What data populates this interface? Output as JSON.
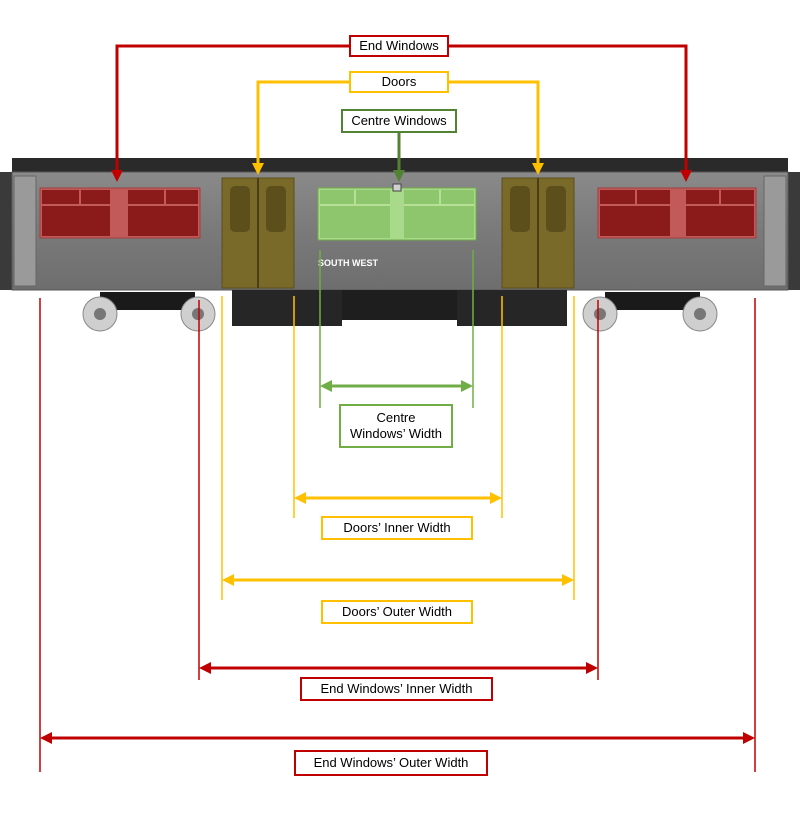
{
  "labels": {
    "end_windows": "End Windows",
    "doors": "Doors",
    "centre_windows": "Centre Windows",
    "centre_windows_width": "Centre\nWindows’ Width",
    "doors_inner_width": "Doors’ Inner Width",
    "doors_outer_width": "Doors’ Outer Width",
    "end_windows_inner_width": "End Windows’ Inner Width",
    "end_windows_outer_width": "End Windows’ Outer Width"
  },
  "livery": "SOUTH WEST",
  "colors": {
    "red": "#c00000",
    "yellow": "#ffc000",
    "green": "#70ad47",
    "dark_green": "#548235",
    "body_grey": "#757575",
    "end_window_red": "#8b1a1a",
    "door_olive": "#7a6a2a",
    "centre_window_green": "#8dc66c"
  }
}
